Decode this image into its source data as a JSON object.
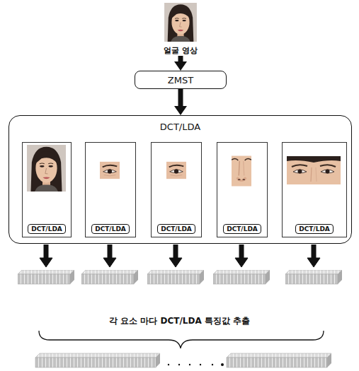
{
  "diagram": {
    "nodes": [
      {
        "text": [
          "얼굴 영상"
        ]
      },
      {
        "text": [
          "ZMST"
        ]
      },
      {
        "text": [
          "DCT/LDA"
        ]
      },
      {
        "text": [
          "DCT/LDA"
        ],
        "in": 2
      },
      {
        "text": [
          "DCT/LDA"
        ],
        "in": 2
      },
      {
        "text": [
          "DCT/LDA"
        ],
        "in": 2
      },
      {
        "text": [
          "DCT/LDA"
        ],
        "in": 2
      },
      {
        "text": [
          "DCT/LDA"
        ],
        "in": 2
      }
    ],
    "edges": [
      {
        "from": 0,
        "to": 1,
        "arrow": "to"
      },
      {
        "from": 1,
        "to": 2,
        "arrow": "to"
      }
    ],
    "labels": [
      "각 요소 마다 DCT/LDA 특징값 추출"
    ]
  }
}
